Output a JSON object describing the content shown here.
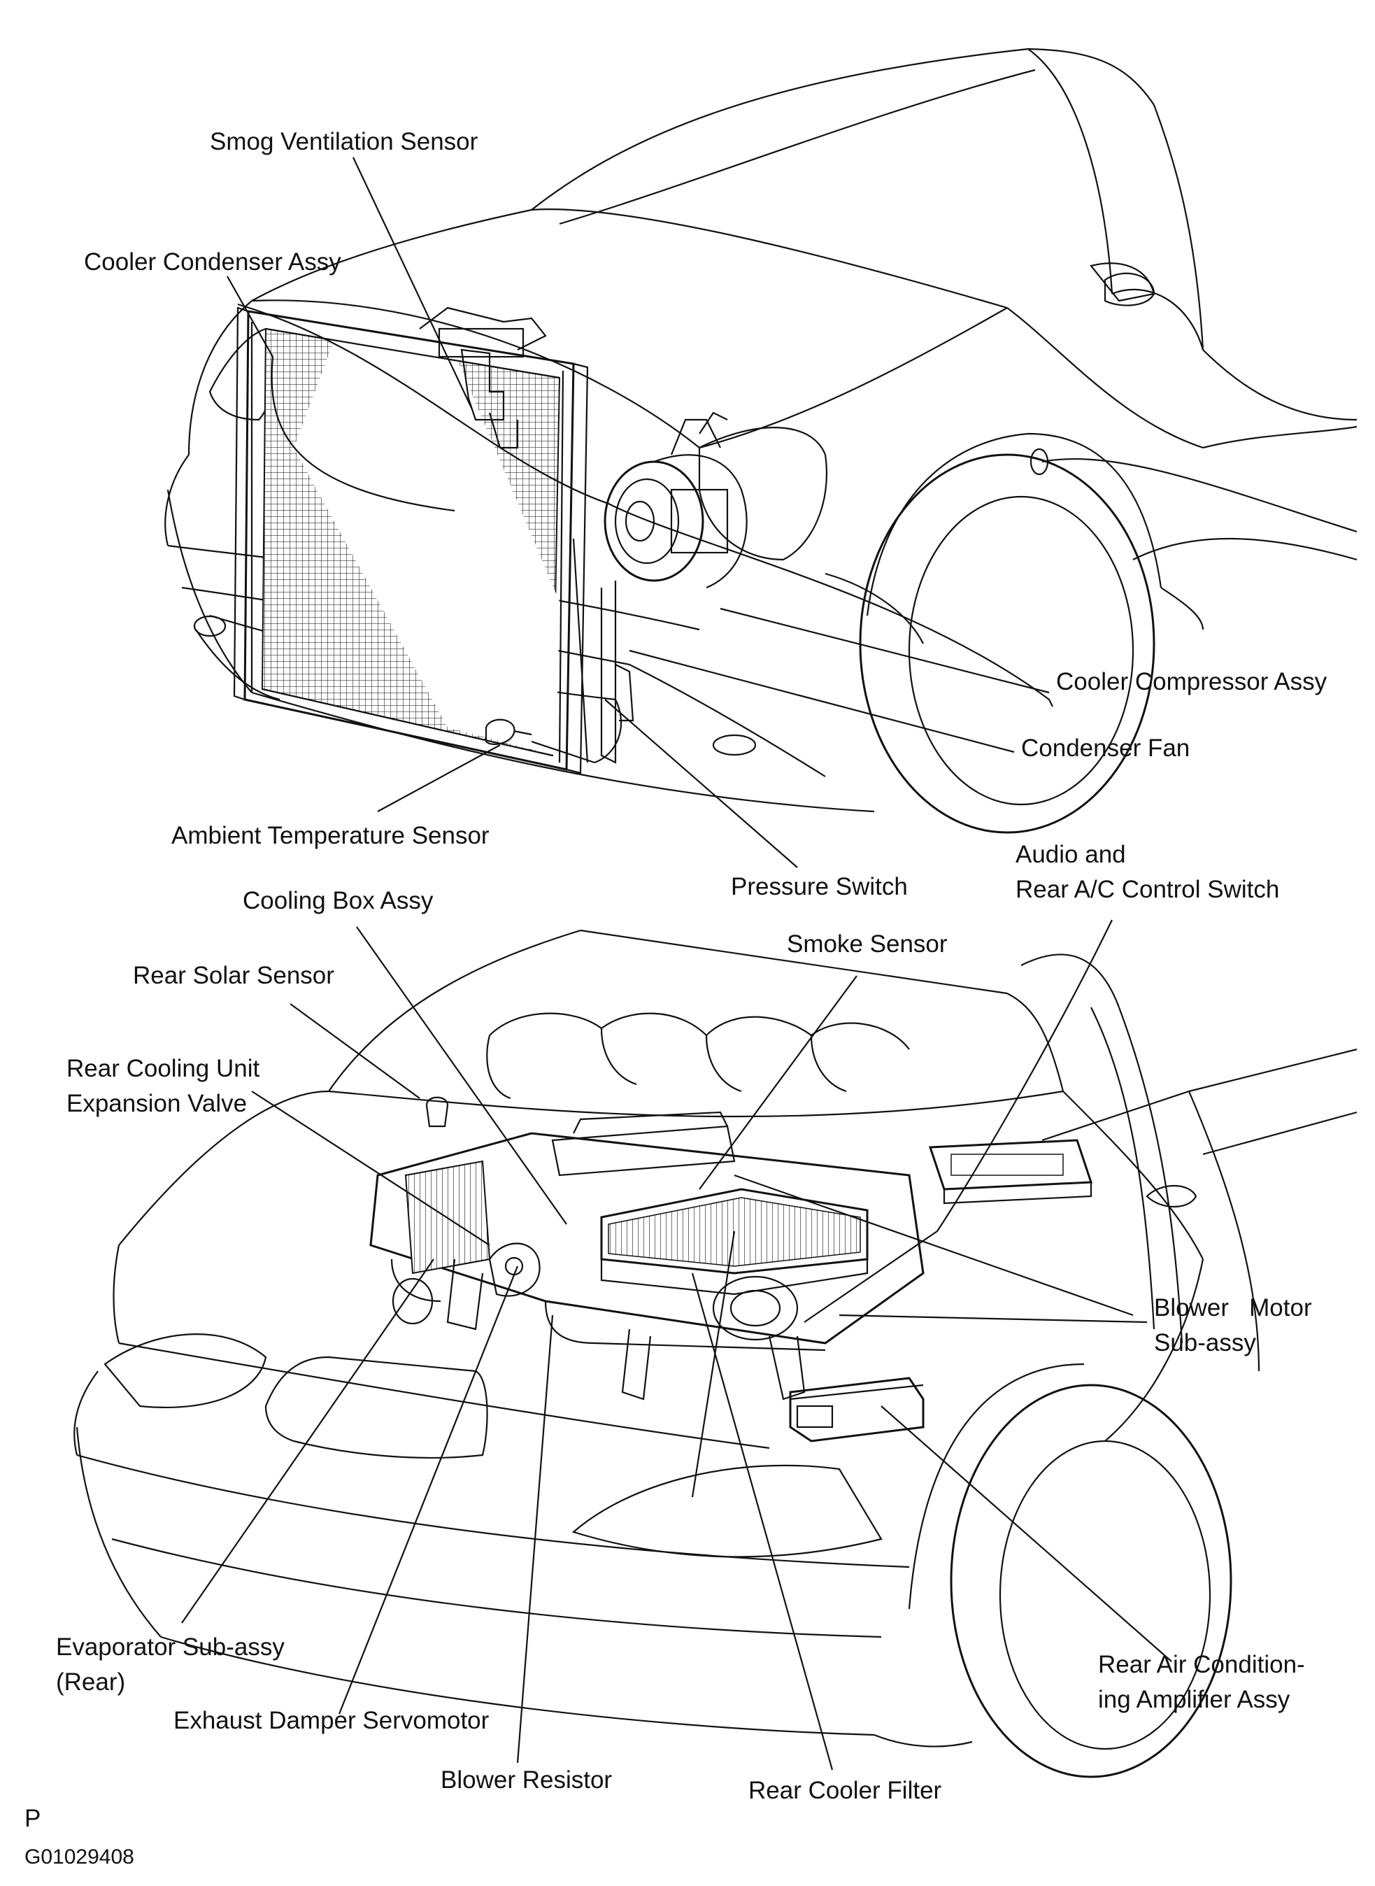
{
  "labels": {
    "smog_ventilation_sensor": "Smog Ventilation Sensor",
    "cooler_condenser_assy": "Cooler Condenser Assy",
    "cooler_compressor_assy": "Cooler Compressor Assy",
    "condenser_fan": "Condenser Fan",
    "ambient_temperature_sensor": "Ambient Temperature Sensor",
    "pressure_switch": "Pressure Switch",
    "audio_rear_ac_line1": "Audio and",
    "audio_rear_ac_line2": "Rear A/C Control Switch",
    "cooling_box_assy": "Cooling Box Assy",
    "smoke_sensor": "Smoke Sensor",
    "rear_solar_sensor": "Rear Solar Sensor",
    "rear_cooling_unit_line1": "Rear Cooling Unit",
    "rear_cooling_unit_line2": "Expansion Valve",
    "blower_motor_line1": "Blower   Motor",
    "blower_motor_line2": "Sub-assy",
    "evaporator_line1": "Evaporator Sub-assy",
    "evaporator_line2": "(Rear)",
    "exhaust_damper_servomotor": "Exhaust Damper Servomotor",
    "blower_resistor": "Blower Resistor",
    "rear_cooler_filter": "Rear Cooler Filter",
    "rear_ac_amp_line1": "Rear Air Condition-",
    "rear_ac_amp_line2": "ing Amplifier Assy"
  },
  "footer": {
    "section_letter": "P",
    "figure_code": "G01029408"
  },
  "colors": {
    "ink": "#111111",
    "background": "#ffffff"
  }
}
